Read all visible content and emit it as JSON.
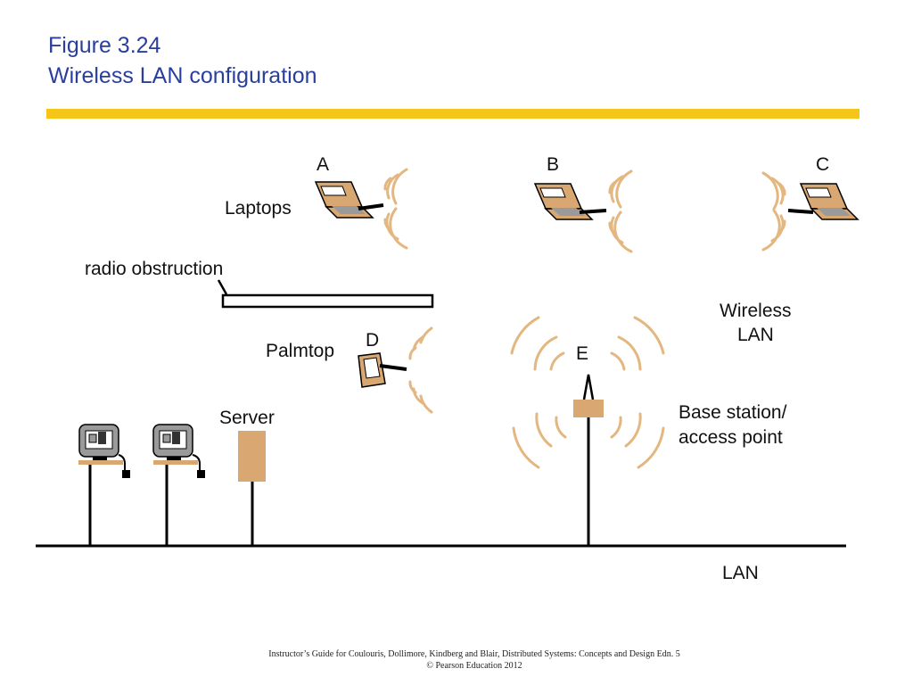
{
  "header": {
    "figure_number": "Figure 3.24",
    "figure_title": "Wireless LAN configuration"
  },
  "labels": {
    "laptop_a": "A",
    "laptop_b": "B",
    "laptop_c": "C",
    "laptops": "Laptops",
    "radio_obstruction": "radio obstruction",
    "palmtop": "Palmtop",
    "palmtop_d": "D",
    "base_e": "E",
    "wireless_line1": "Wireless",
    "wireless_line2": "LAN",
    "base_line1": "Base station/",
    "base_line2": "access point",
    "server": "Server",
    "lan": "LAN"
  },
  "footer": {
    "line1": "Instructor’s Guide for Coulouris, Dollimore, Kindberg and Blair, Distributed Systems: Concepts and Design Edn. 5",
    "line2": "© Pearson Education 2012"
  },
  "colors": {
    "title": "#2a3f9d",
    "accent_rule": "#f5c518",
    "device_fill": "#d9a772",
    "wave": "#e3b77f",
    "screen_gray": "#9a9a9a",
    "line": "#000000"
  },
  "icons": {
    "laptop": "laptop-icon",
    "palmtop": "palmtop-icon",
    "workstation": "workstation-icon",
    "server": "server-icon",
    "base_station": "base-station-icon"
  }
}
